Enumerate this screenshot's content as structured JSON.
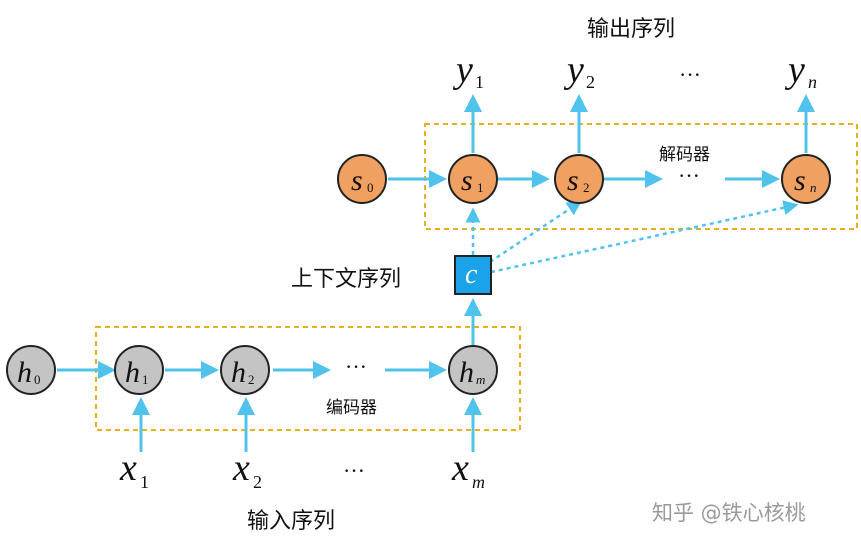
{
  "labels": {
    "output_sequence": "输出序列",
    "input_sequence": "输入序列",
    "context_sequence": "上下文序列",
    "decoder": "解码器",
    "encoder": "编码器",
    "ellipsis": "···"
  },
  "outputs": {
    "y1": {
      "base": "y",
      "sub": "1"
    },
    "y2": {
      "base": "y",
      "sub": "2"
    },
    "yn": {
      "base": "y",
      "sub": "n"
    }
  },
  "inputs": {
    "x1": {
      "base": "x",
      "sub": "1"
    },
    "x2": {
      "base": "x",
      "sub": "2"
    },
    "xm": {
      "base": "x",
      "sub": "m"
    }
  },
  "decoder_states": {
    "s0": {
      "base": "s",
      "sub": "0"
    },
    "s1": {
      "base": "s",
      "sub": "1"
    },
    "s2": {
      "base": "s",
      "sub": "2"
    },
    "sn": {
      "base": "s",
      "sub": "n"
    }
  },
  "encoder_states": {
    "h0": {
      "base": "h",
      "sub": "0"
    },
    "h1": {
      "base": "h",
      "sub": "1"
    },
    "h2": {
      "base": "h",
      "sub": "2"
    },
    "hm": {
      "base": "h",
      "sub": "m"
    }
  },
  "context": {
    "symbol": "c"
  },
  "watermark": "知乎 @铁心核桃",
  "colors": {
    "arrow": "#4fc3ec",
    "decoder_node": "#f0a060",
    "encoder_node": "#c4c4c4",
    "context_box": "#1aa3e8",
    "dashed_box": "#e8b020",
    "node_stroke": "#222222"
  }
}
